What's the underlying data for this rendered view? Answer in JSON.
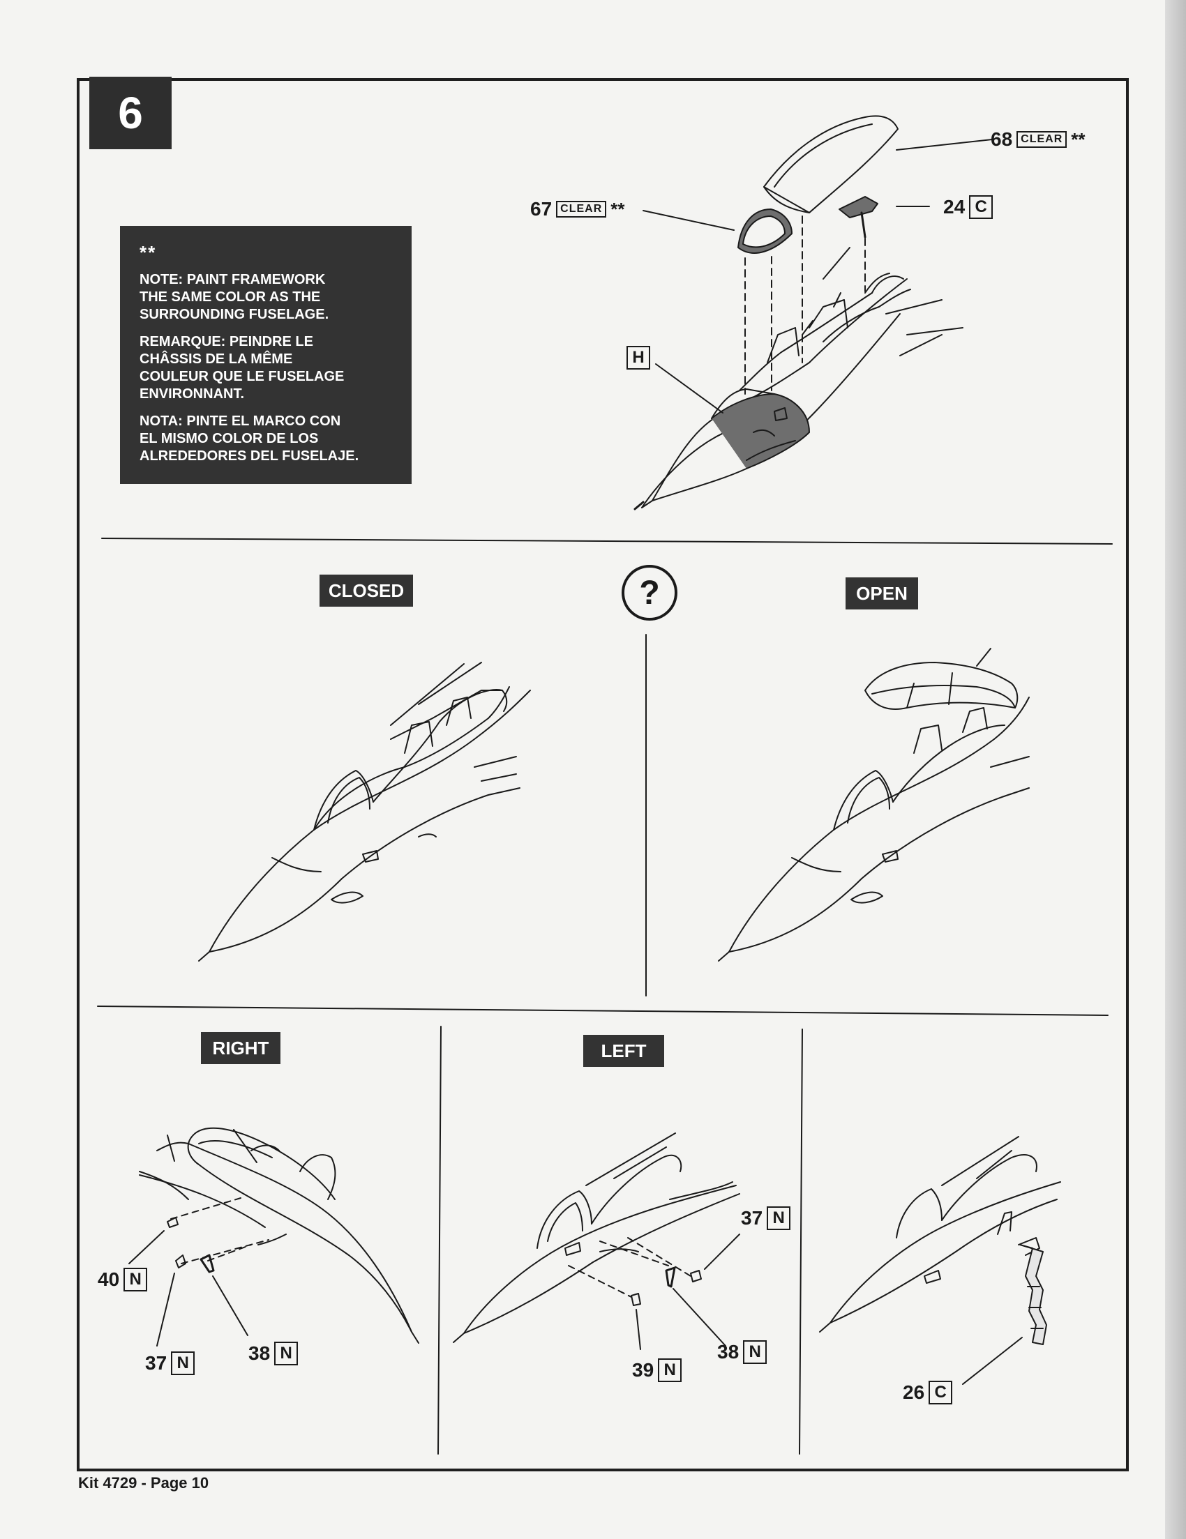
{
  "step": {
    "number": "6"
  },
  "note": {
    "stars": "**",
    "en": "NOTE: PAINT FRAMEWORK\nTHE SAME COLOR AS THE\nSURROUNDING FUSELAGE.",
    "fr": "REMARQUE: PEINDRE LE\nCHÂSSIS DE LA MÊME\nCOULEUR QUE LE FUSELAGE\nENVIRONNANT.",
    "es": "NOTA: PINTE EL MARCO CON\nEL MISMO COLOR DE LOS\nALREDEDORES DEL FUSELAJE."
  },
  "callouts": {
    "c68": {
      "number": "68",
      "tag": "CLEAR",
      "stars": "**"
    },
    "c67": {
      "number": "67",
      "tag": "CLEAR",
      "stars": "**"
    },
    "c24": {
      "number": "24",
      "letter": "C"
    },
    "cH": {
      "letter": "H"
    },
    "c40": {
      "number": "40",
      "letter": "N"
    },
    "c37a": {
      "number": "37",
      "letter": "N"
    },
    "c38a": {
      "number": "38",
      "letter": "N"
    },
    "c37b": {
      "number": "37",
      "letter": "N"
    },
    "c38b": {
      "number": "38",
      "letter": "N"
    },
    "c39": {
      "number": "39",
      "letter": "N"
    },
    "c26": {
      "number": "26",
      "letter": "C"
    }
  },
  "labels": {
    "closed": "CLOSED",
    "open": "OPEN",
    "question": "?",
    "right": "RIGHT",
    "left": "LEFT"
  },
  "footer": {
    "text": "Kit 4729 - Page 10"
  },
  "colors": {
    "label_bg": "#333333",
    "fuselage_paint": "#6e6e6e",
    "line": "#1a1a1a"
  }
}
